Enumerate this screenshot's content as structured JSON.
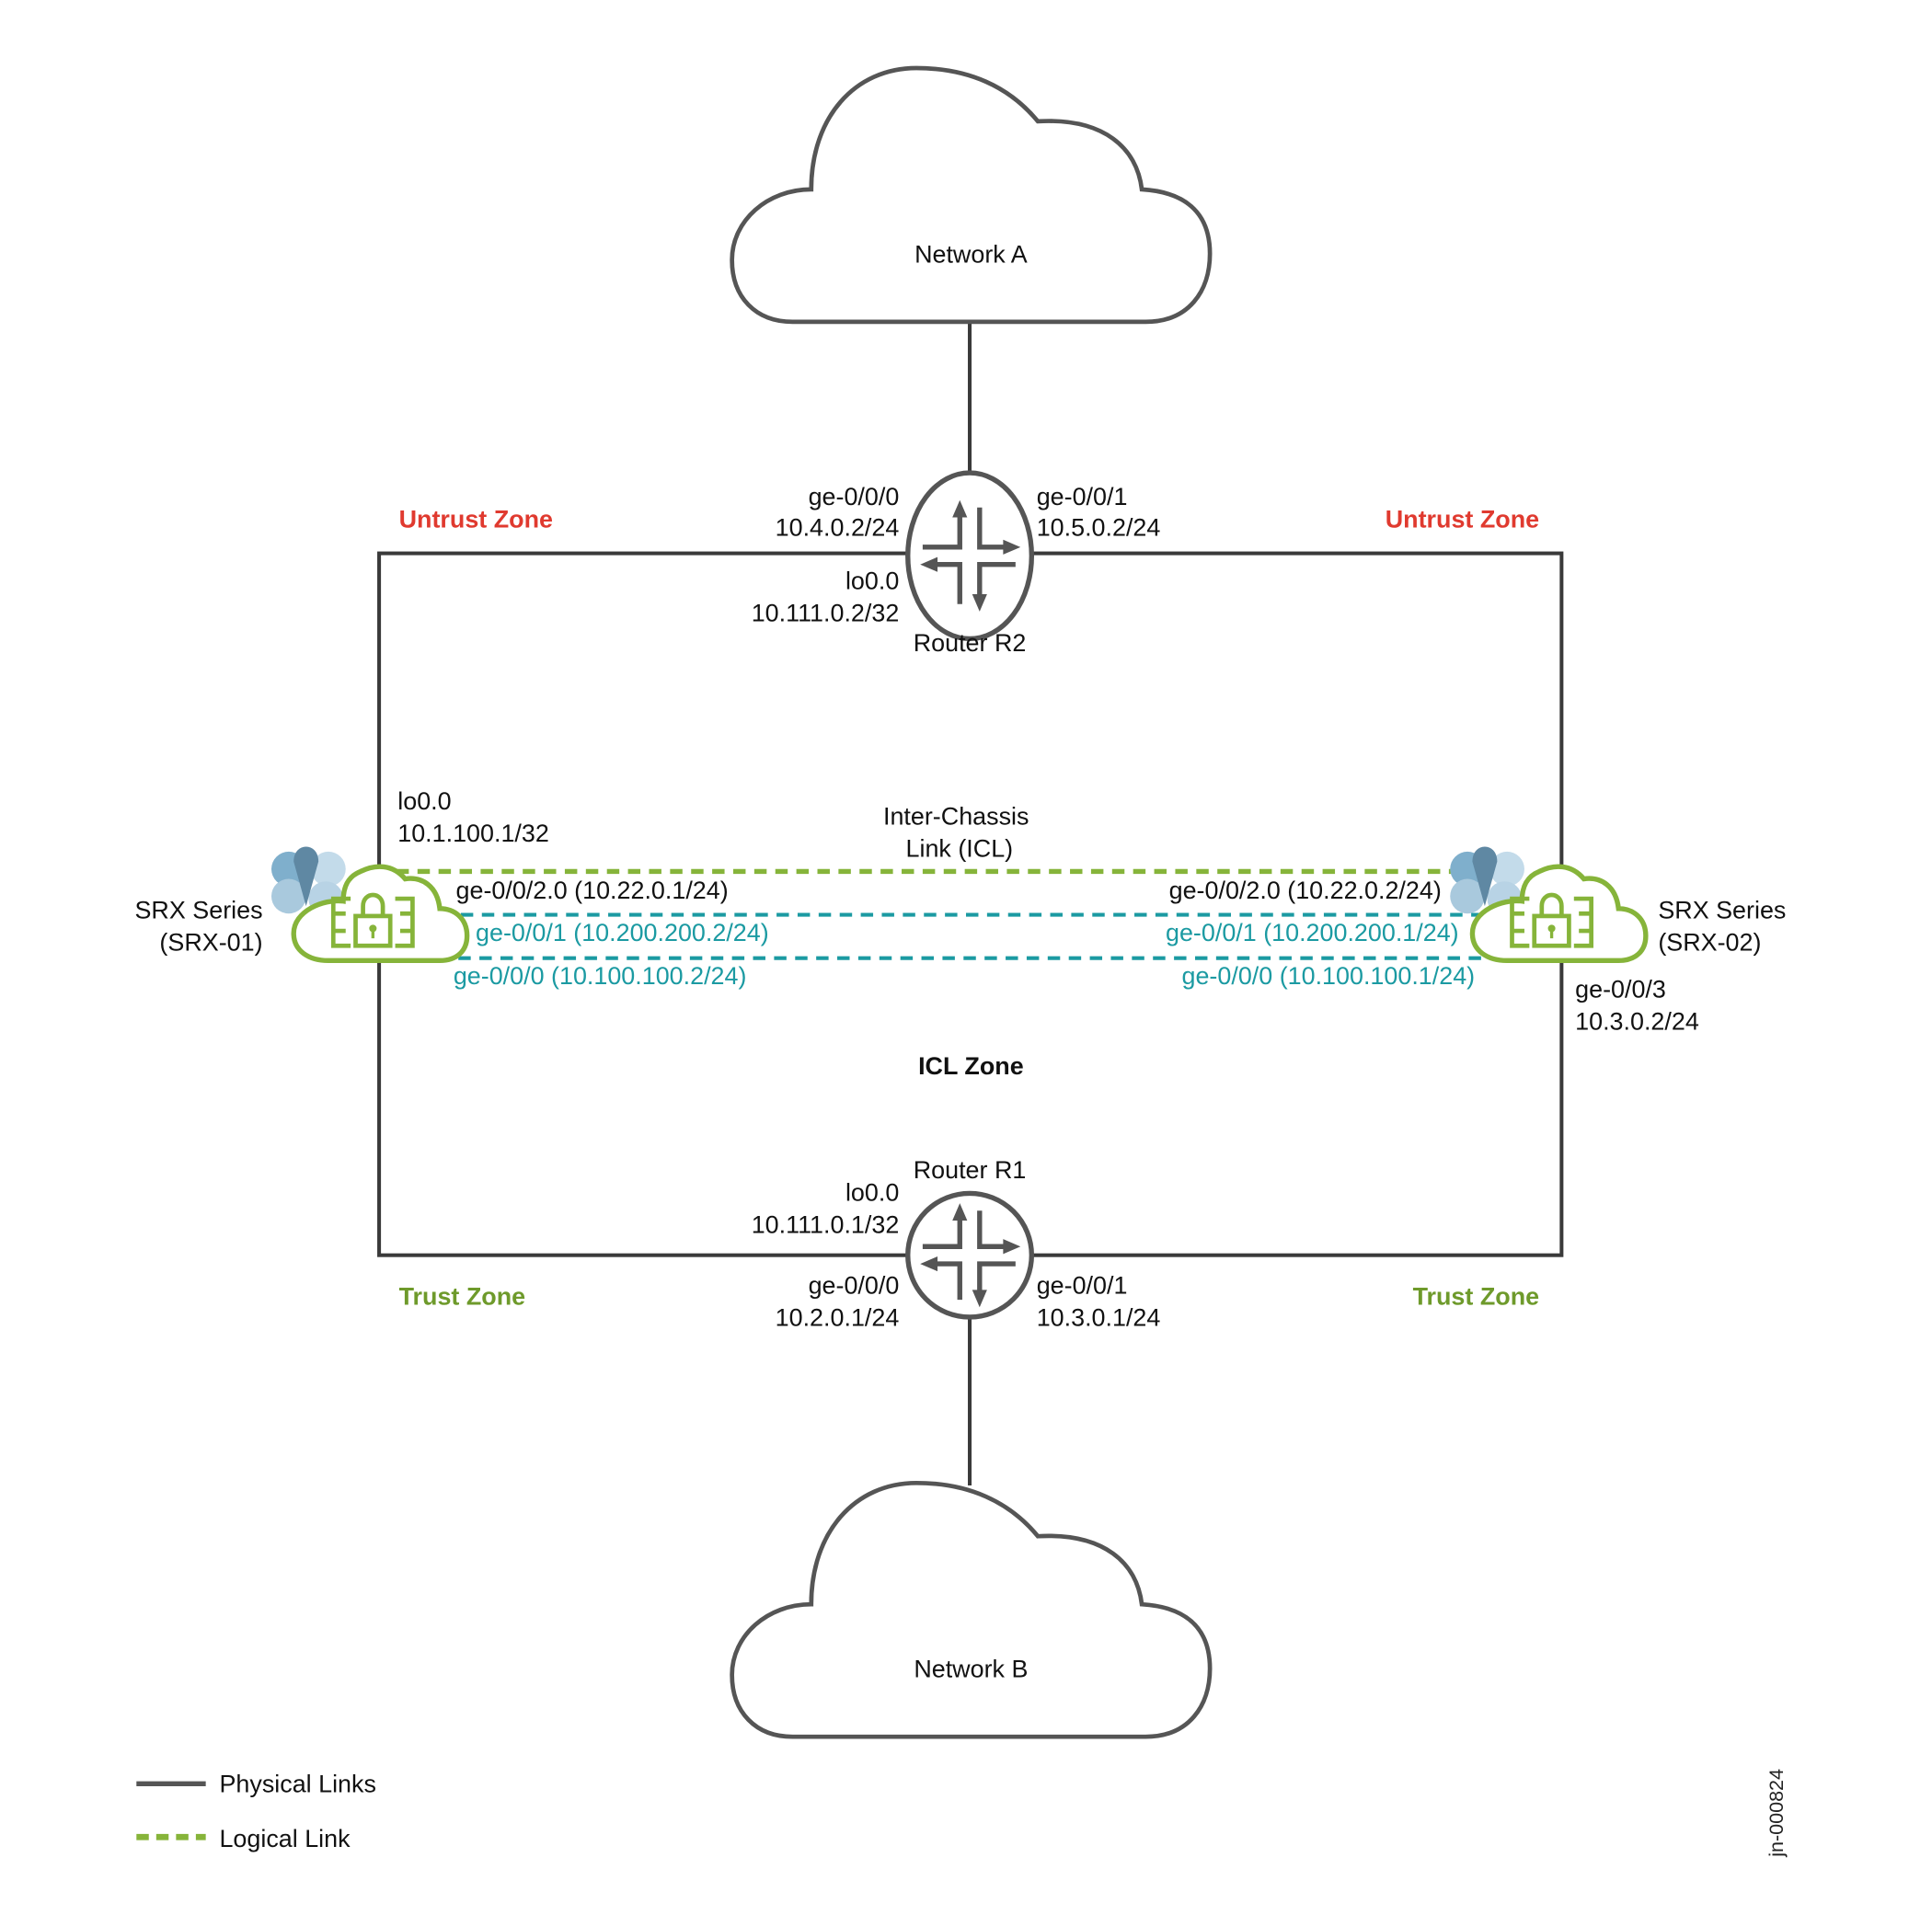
{
  "diagram": {
    "doc_id": "jn-000824",
    "colors": {
      "physical_link": "#3a3a3a",
      "logical_link": "#86b43a",
      "icl_link": "#1b9aa2",
      "untrust": "#e03a2f",
      "trust": "#6e9a2b"
    },
    "clouds": {
      "network_a": "Network A",
      "network_b": "Network B"
    },
    "router_r2": {
      "name": "Router R2",
      "left_if": "ge-0/0/0",
      "left_ip": "10.4.0.2/24",
      "right_if": "ge-0/0/1",
      "right_ip": "10.5.0.2/24",
      "lo_if": "lo0.0",
      "lo_ip": "10.111.0.2/32"
    },
    "router_r1": {
      "name": "Router R1",
      "left_if": "ge-0/0/0",
      "left_ip": "10.2.0.1/24",
      "right_if": "ge-0/0/1",
      "right_ip": "10.3.0.1/24",
      "lo_if": "lo0.0",
      "lo_ip": "10.111.0.1/32"
    },
    "zones": {
      "untrust_left": "Untrust Zone",
      "untrust_right": "Untrust Zone",
      "trust_left": "Trust Zone",
      "trust_right": "Trust Zone",
      "icl": "ICL Zone"
    },
    "srx01": {
      "line1": "SRX Series",
      "line2": "(SRX-01)",
      "lo_if": "lo0.0",
      "lo_ip": "10.1.100.1/32",
      "icl_if": "ge-0/0/2.0 (10.22.0.1/24)",
      "ge1": "ge-0/0/1 (10.200.200.2/24)",
      "ge0": "ge-0/0/0 (10.100.100.2/24)"
    },
    "srx02": {
      "line1": "SRX Series",
      "line2": "(SRX-02)",
      "icl_if": "ge-0/0/2.0 (10.22.0.2/24)",
      "ge1": "ge-0/0/1 (10.200.200.1/24)",
      "ge0": "ge-0/0/0 (10.100.100.1/24)",
      "ge3_if": "ge-0/0/3",
      "ge3_ip": "10.3.0.2/24"
    },
    "icl_label": {
      "line1": "Inter-Chassis",
      "line2": "Link (ICL)"
    },
    "legend": {
      "physical": "Physical Links",
      "logical": "Logical Link"
    }
  }
}
